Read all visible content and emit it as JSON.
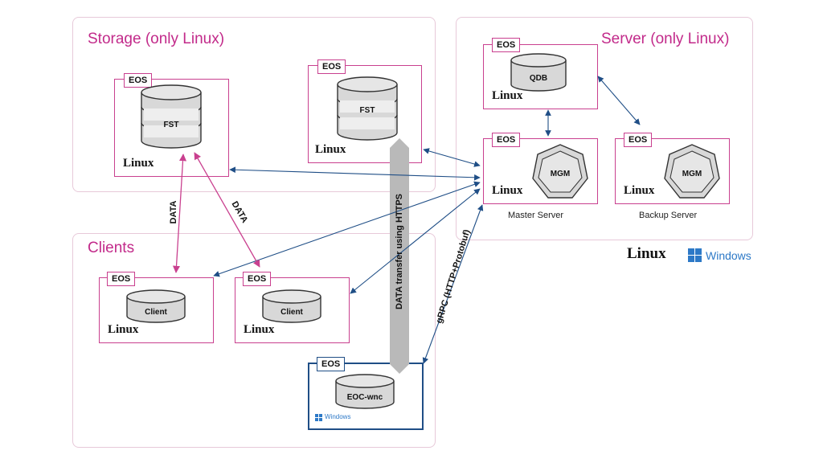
{
  "regions": {
    "storage": "Storage (only Linux)",
    "server": "Server (only Linux)",
    "clients": "Clients"
  },
  "tag": "EOS",
  "linux": "Linux",
  "nodes": {
    "fst_left": "FST",
    "fst_mid": "FST",
    "qdb": "QDB",
    "mgm_master": "MGM",
    "mgm_backup": "MGM",
    "client_left": "Client",
    "client_mid": "Client",
    "eoc": "EOC-wnc"
  },
  "captions": {
    "master": "Master Server",
    "backup": "Backup Server"
  },
  "edge_labels": {
    "data1": "DATA",
    "data2": "DATA",
    "https": "DATA transfer using HTTPS",
    "grpc": "gRPC (HTTP+Protobuf)"
  },
  "os": {
    "linux": "Linux",
    "windows": "Windows",
    "windows_small": "Windows"
  },
  "colors": {
    "accent": "#c22a8a",
    "arrow_blue": "#1f4e86",
    "arrow_pink": "#c9408f",
    "big_arrow": "#b9b9b9"
  }
}
